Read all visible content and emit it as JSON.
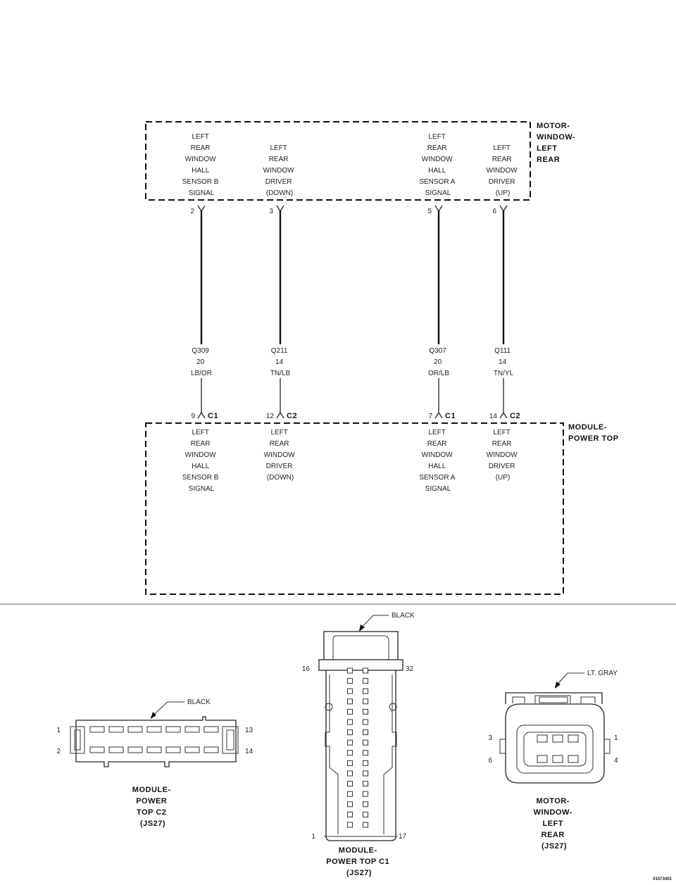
{
  "components": {
    "motor": {
      "label_lines": [
        "MOTOR-",
        "WINDOW-",
        "LEFT",
        "REAR"
      ]
    },
    "module": {
      "label_lines": [
        "MODULE-",
        "POWER TOP"
      ]
    }
  },
  "motor_pins": [
    {
      "pin": "2",
      "lines": [
        "LEFT",
        "REAR",
        "WINDOW",
        "HALL",
        "SENSOR B",
        "SIGNAL"
      ]
    },
    {
      "pin": "3",
      "lines": [
        "LEFT",
        "REAR",
        "WINDOW",
        "DRIVER",
        "(DOWN)"
      ]
    },
    {
      "pin": "5",
      "lines": [
        "LEFT",
        "REAR",
        "WINDOW",
        "HALL",
        "SENSOR A",
        "SIGNAL"
      ]
    },
    {
      "pin": "6",
      "lines": [
        "LEFT",
        "REAR",
        "WINDOW",
        "DRIVER",
        "(UP)"
      ]
    }
  ],
  "wires": [
    {
      "circuit": "Q309",
      "gauge": "20",
      "color": "LB/OR"
    },
    {
      "circuit": "Q211",
      "gauge": "14",
      "color": "TN/LB"
    },
    {
      "circuit": "Q307",
      "gauge": "20",
      "color": "OR/LB"
    },
    {
      "circuit": "Q111",
      "gauge": "14",
      "color": "TN/YL"
    }
  ],
  "module_pins": [
    {
      "pin": "9",
      "connector": "C1",
      "lines": [
        "LEFT",
        "REAR",
        "WINDOW",
        "HALL",
        "SENSOR B",
        "SIGNAL"
      ]
    },
    {
      "pin": "12",
      "connector": "C2",
      "lines": [
        "LEFT",
        "REAR",
        "WINDOW",
        "DRIVER",
        "(DOWN)"
      ]
    },
    {
      "pin": "7",
      "connector": "C1",
      "lines": [
        "LEFT",
        "REAR",
        "WINDOW",
        "HALL",
        "SENSOR A",
        "SIGNAL"
      ]
    },
    {
      "pin": "14",
      "connector": "C2",
      "lines": [
        "LEFT",
        "REAR",
        "WINDOW",
        "DRIVER",
        "(UP)"
      ]
    }
  ],
  "connector_views": {
    "c2": {
      "color": "BLACK",
      "pin_labels": {
        "top_left": "1",
        "bottom_left": "2",
        "top_right": "13",
        "bottom_right": "14"
      },
      "caption_lines": [
        "MODULE-",
        "POWER",
        "TOP C2",
        "(JS27)"
      ]
    },
    "c1": {
      "color": "BLACK",
      "pin_labels": {
        "top_left": "16",
        "top_right": "32",
        "bottom_left": "1",
        "bottom_right": "17"
      },
      "caption_lines": [
        "MODULE-",
        "POWER TOP C1",
        "(JS27)"
      ]
    },
    "motor": {
      "color": "LT. GRAY",
      "pin_labels": {
        "top_left": "3",
        "bottom_left": "6",
        "top_right": "1",
        "bottom_right": "4"
      },
      "caption_lines": [
        "MOTOR-",
        "WINDOW-",
        "LEFT",
        "REAR",
        "(JS27)"
      ]
    }
  },
  "figure_id": "01573401"
}
